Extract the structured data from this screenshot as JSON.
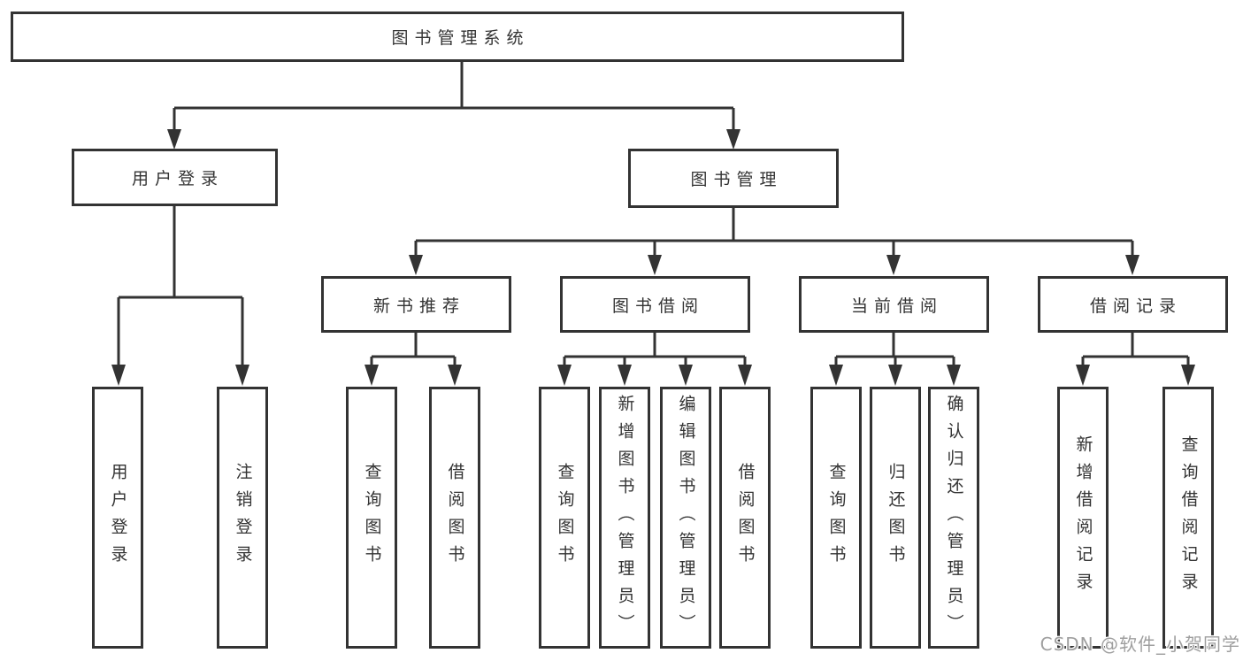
{
  "colors": {
    "line": "#333333",
    "text": "#333333",
    "background": "#ffffff",
    "watermark": "#9f9f9f"
  },
  "watermark": {
    "text": "CSDN @软件_小贺同学"
  },
  "nodes": {
    "root": {
      "label": "图书管理系统"
    },
    "user_login": {
      "label": "用户登录"
    },
    "book_mgmt": {
      "label": "图书管理"
    },
    "new_book_rec": {
      "label": "新书推荐"
    },
    "book_borrow": {
      "label": "图书借阅"
    },
    "current_borrow": {
      "label": "当前借阅"
    },
    "borrow_record": {
      "label": "借阅记录"
    },
    "leaf_user_login": {
      "label": "用户登录"
    },
    "leaf_logout": {
      "label": "注销登录"
    },
    "leaf_nbr_query": {
      "label": "查询图书"
    },
    "leaf_nbr_borrow": {
      "label": "借阅图书"
    },
    "leaf_bb_query": {
      "label": "查询图书"
    },
    "leaf_bb_add": {
      "label": "新增图书（管理员）"
    },
    "leaf_bb_edit": {
      "label": "编辑图书（管理员）"
    },
    "leaf_bb_borrow": {
      "label": "借阅图书"
    },
    "leaf_cb_query": {
      "label": "查询图书"
    },
    "leaf_cb_return": {
      "label": "归还图书"
    },
    "leaf_cb_confirm": {
      "label": "确认归还（管理员）"
    },
    "leaf_br_add": {
      "label": "新增借阅记录"
    },
    "leaf_br_query": {
      "label": "查询借阅记录"
    }
  }
}
